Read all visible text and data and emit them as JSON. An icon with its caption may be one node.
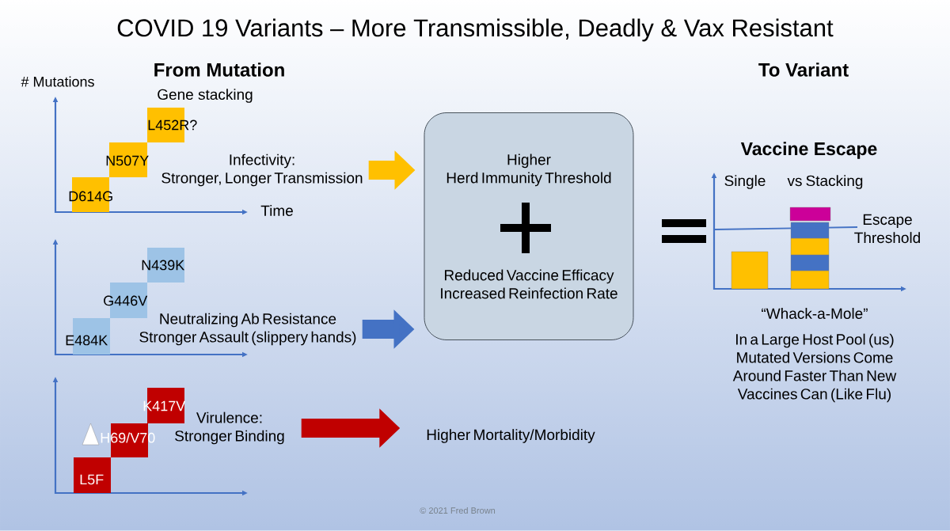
{
  "diagram": {
    "title": "COVID 19 Variants – More Transmissible, Deadly & Vax Resistant",
    "nodes": [
      {
        "text": [
          "D614G"
        ]
      },
      {
        "text": [
          "N507Y"
        ]
      },
      {
        "text": [
          "L452R?"
        ]
      },
      {
        "text": [
          "Infectivity: Stronger, Longer Transmission"
        ]
      },
      {
        "text": [
          "E484K"
        ]
      },
      {
        "text": [
          "G446V"
        ]
      },
      {
        "text": [
          "N439K"
        ]
      },
      {
        "text": [
          "Neutralizing Ab Resistance Stronger Assault (slippery hands)"
        ]
      },
      {
        "text": [
          "L5F"
        ]
      },
      {
        "text": [
          "H69/V70"
        ]
      },
      {
        "text": [
          "K417V"
        ]
      },
      {
        "text": [
          "Virulence: Stronger Binding"
        ]
      },
      {
        "text": [
          "Higher Herd Immunity Threshold",
          "Reduced Vaccine Efficacy Increased Reinfection Rate"
        ]
      },
      {
        "text": [
          "Higher Mortality/Morbidity"
        ]
      }
    ],
    "edges": [
      {
        "from": 3,
        "to": 12,
        "arrow": "to",
        "color": "#ffc000"
      },
      {
        "from": 7,
        "to": 12,
        "arrow": "to",
        "color": "#4472c4"
      },
      {
        "from": 11,
        "to": 13,
        "arrow": "to",
        "color": "#c00000"
      }
    ],
    "labels": [
      "From Mutation",
      "To Variant",
      "# Mutations",
      "Gene stacking",
      "Time",
      "Vaccine Escape",
      "Single",
      "vs",
      "Stacking",
      "Escape Threshold",
      "“Whack-a-Mole”",
      "In a Large Host Pool (us) Mutated Versions Come Around Faster Than New Vaccines Can (Like Flu)",
      "© 2021 Fred Brown"
    ]
  }
}
